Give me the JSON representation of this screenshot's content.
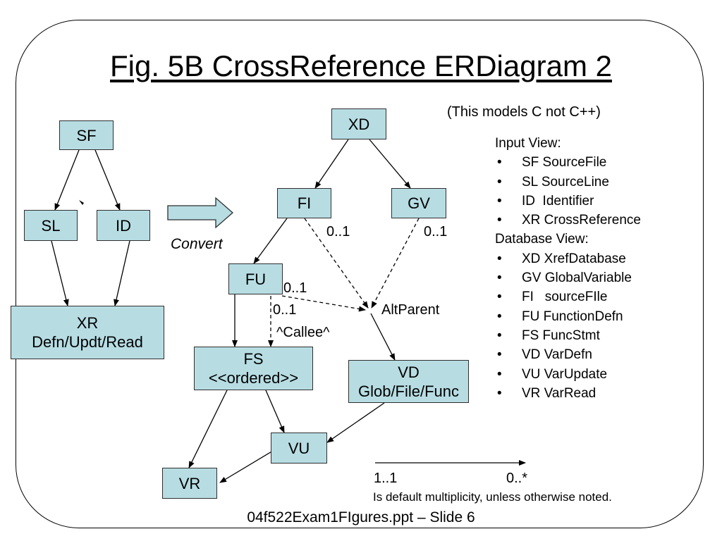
{
  "slide": {
    "title": "Fig. 5B CrossReference ERDiagram 2",
    "footer": "04f522Exam1FIgures.ppt – Slide 6"
  },
  "input_diagram": {
    "SF": {
      "label": "SF"
    },
    "SL": {
      "label": "SL"
    },
    "ID": {
      "label": "ID"
    },
    "XR": {
      "label": "XR",
      "sub": "Defn/Updt/Read"
    }
  },
  "convert": {
    "label": "Convert"
  },
  "db_diagram": {
    "XD": {
      "label": "XD"
    },
    "FI": {
      "label": "FI"
    },
    "GV": {
      "label": "GV"
    },
    "FU": {
      "label": "FU"
    },
    "FS": {
      "label": "FS",
      "sub": "<<ordered>>"
    },
    "VD": {
      "label": "VD",
      "sub": "Glob/File/Func"
    },
    "VU": {
      "label": "VU"
    },
    "VR": {
      "label": "VR"
    }
  },
  "annotations": {
    "fi_mult": "0..1",
    "gv_mult": "0..1",
    "fu_mult_right": "0..1",
    "fu_mult_down": "0..1",
    "altparent": "AltParent",
    "callee": "^Callee^"
  },
  "legend": {
    "scope_note": "(This models C not C++)",
    "input_view_title": "Input View:",
    "input_view": [
      "SF SourceFile",
      "SL SourceLine",
      "ID  Identifier",
      "XR CrossReference"
    ],
    "db_view_title": "Database View:",
    "db_view": [
      "XD XrefDatabase",
      "GV GlobalVariable",
      "FI   sourceFIle",
      "FU FunctionDefn",
      "FS FuncStmt",
      "VD VarDefn",
      "VU VarUpdate",
      "VR VarRead"
    ]
  },
  "multiplicity_note": {
    "left": "1..1",
    "right": "0..*",
    "text": "Is default multiplicity, unless otherwise noted."
  }
}
